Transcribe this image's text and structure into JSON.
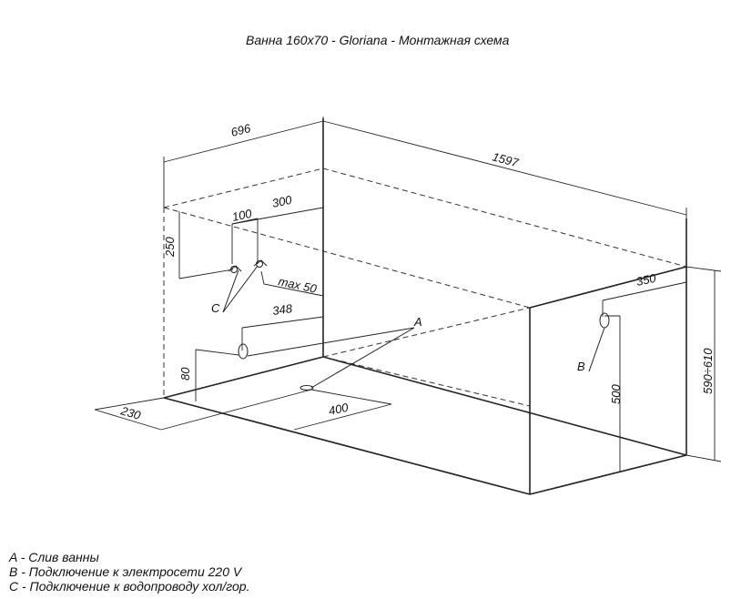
{
  "title": "Ванна 160x70 - Gloriana - Монтажная схема",
  "dimensions": {
    "width_696": "696",
    "length_1597": "1597",
    "d300": "300",
    "d100": "100",
    "d250": "250",
    "max50": "max 50",
    "d348": "348",
    "d80": "80",
    "d230": "230",
    "d400": "400",
    "d350": "350",
    "d500": "500",
    "height_range": "590÷610"
  },
  "labels": {
    "a": "A",
    "b": "B",
    "c": "C"
  },
  "legend": [
    "A - Слив ванны",
    "B - Подключение к электросети 220 V",
    "C - Подключение к водопроводу хол/гор."
  ]
}
